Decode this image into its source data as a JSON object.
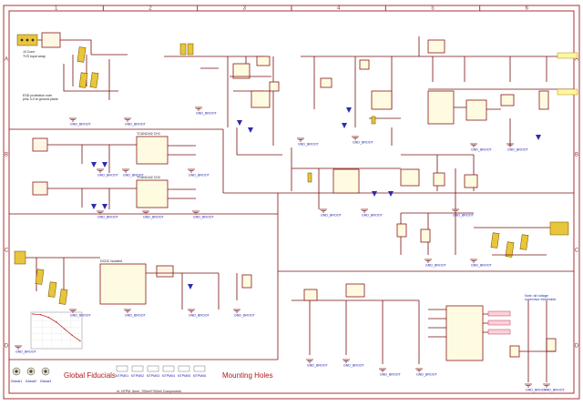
{
  "sheet": {
    "col_numbers": [
      "1",
      "2",
      "3",
      "4",
      "5",
      "6"
    ],
    "row_letters": [
      "A",
      "B",
      "C",
      "D"
    ]
  },
  "blocks": {
    "fiducials_title": "Global Fiducials",
    "mounting_title": "Mounting Holes",
    "hole_ref": "nt_NTPM_5mm_700mil*700mil Components",
    "fiducial_refs": [
      "Global1",
      "Global2",
      "Global3"
    ],
    "mounting_refs": [
      "NTPM01",
      "NTPM02",
      "NTPM03",
      "NTPM04",
      "NTPM05",
      "NTPM06"
    ]
  },
  "nets": {
    "gnd": "GND_BROOT"
  },
  "chart_data": {
    "type": "line",
    "title": "",
    "xlabel": "",
    "ylabel": "",
    "series": [
      {
        "values": [
          [
            0,
            100
          ],
          [
            20,
            98
          ],
          [
            40,
            90
          ],
          [
            60,
            75
          ],
          [
            80,
            55
          ],
          [
            100,
            35
          ],
          [
            120,
            18
          ]
        ]
      }
    ]
  },
  "colors": {
    "frame": "#aa3333",
    "wire": "#7a1010",
    "diode": "#2b2bb0",
    "component": "#e8c53a",
    "title_red": "#b01818"
  }
}
